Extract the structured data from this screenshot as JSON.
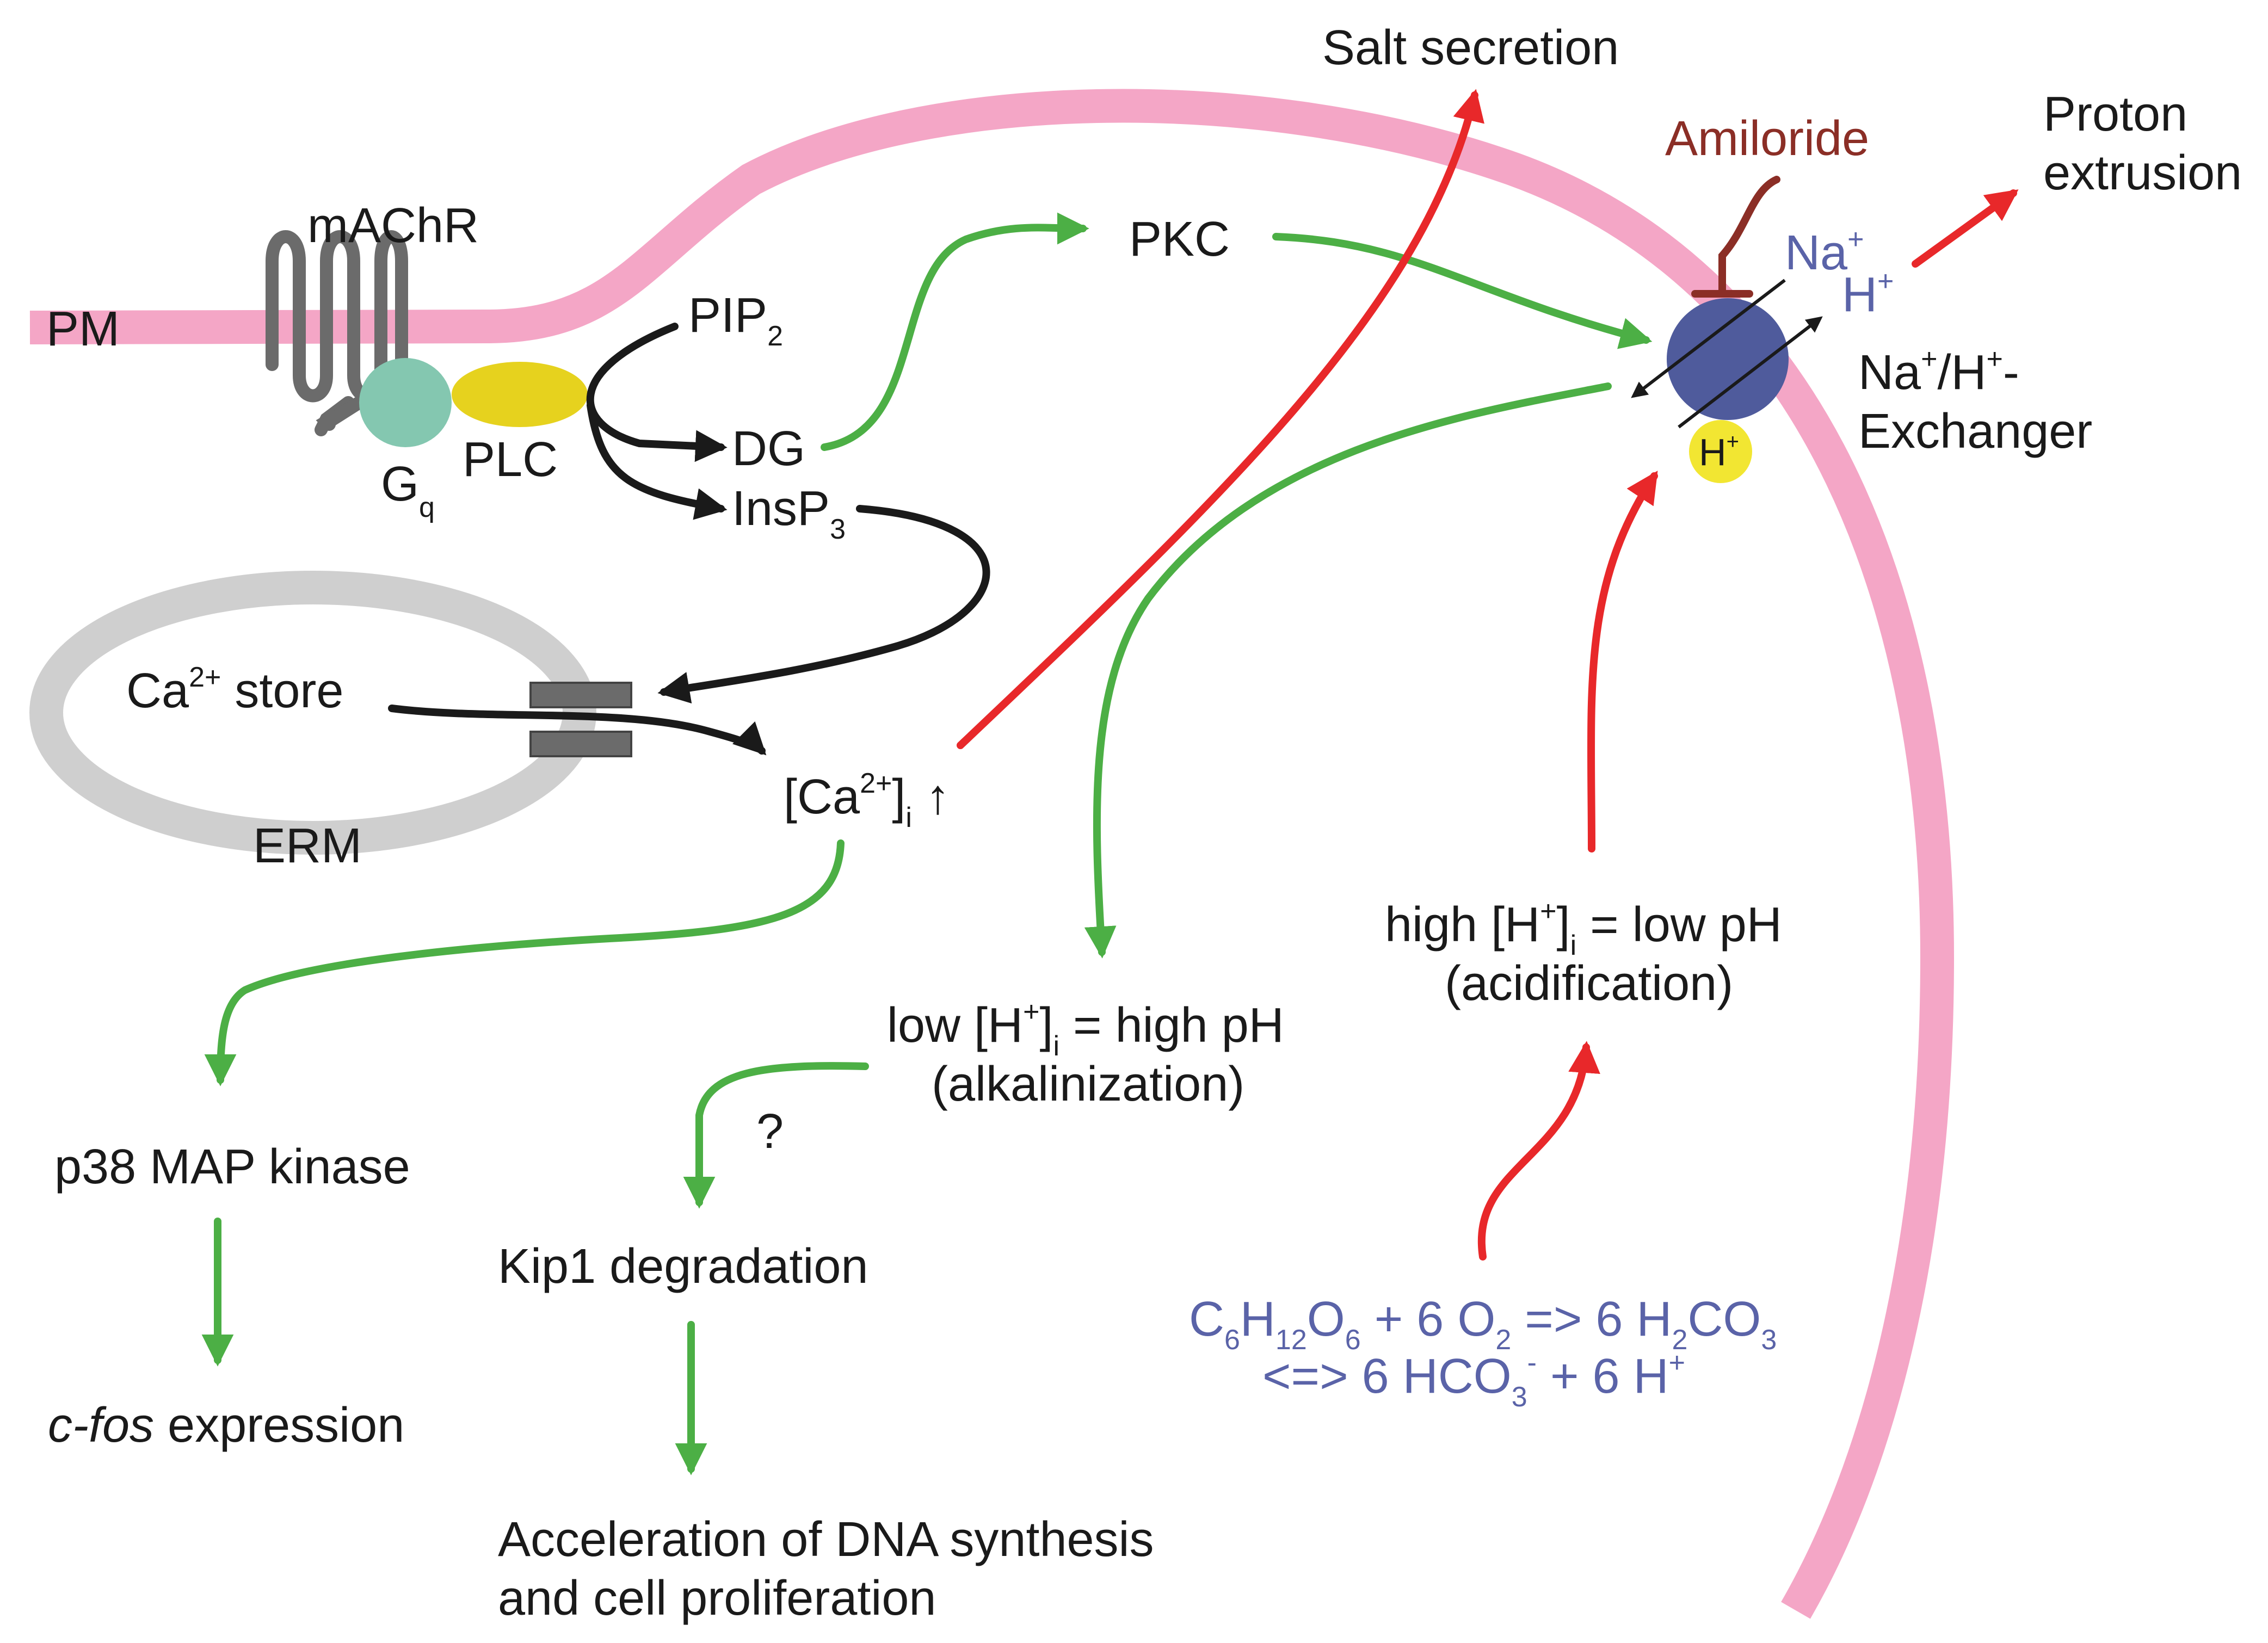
{
  "labels": {
    "pm": "PM",
    "machr": "mAChR",
    "gq_main": "G",
    "gq_sub": "q",
    "plc": "PLC",
    "pip_main": "PIP",
    "pip_sub": "2",
    "dg": "DG",
    "insp_main": "InsP",
    "insp_sub": "3",
    "pkc": "PKC",
    "salt": "Salt secretion",
    "amiloride": "Amiloride",
    "proton_line1": "Proton",
    "proton_line2": "extrusion",
    "exchanger_line2": "Exchanger",
    "erm": "ERM",
    "ca_store_sup": "2+",
    "ca_store_rest": " store",
    "p38": "p38 MAP kinase",
    "cfos_italic": "c-fos",
    "cfos_rest": " expression",
    "question": "?",
    "kip1": "Kip1 degradation",
    "accel_line1": "Acceleration of DNA synthesis",
    "accel_line2": "and cell proliferation",
    "low_line2": "(alkalinization)",
    "high_line2": "(acidification)"
  },
  "colors": {
    "membrane": "#f4a6c6",
    "er": "#cfcfcf",
    "green_arrow": "#4caf45",
    "red_arrow": "#e8282a",
    "black_arrow": "#1a1a1a",
    "receptor": "#6b6b6b",
    "gq": "#84c7b0",
    "plc": "#e6d21e",
    "exchanger": "#4f5b9c",
    "h_badge": "#f2e632",
    "blue_text": "#5a63a8",
    "amiloride": "#8b2e26"
  }
}
